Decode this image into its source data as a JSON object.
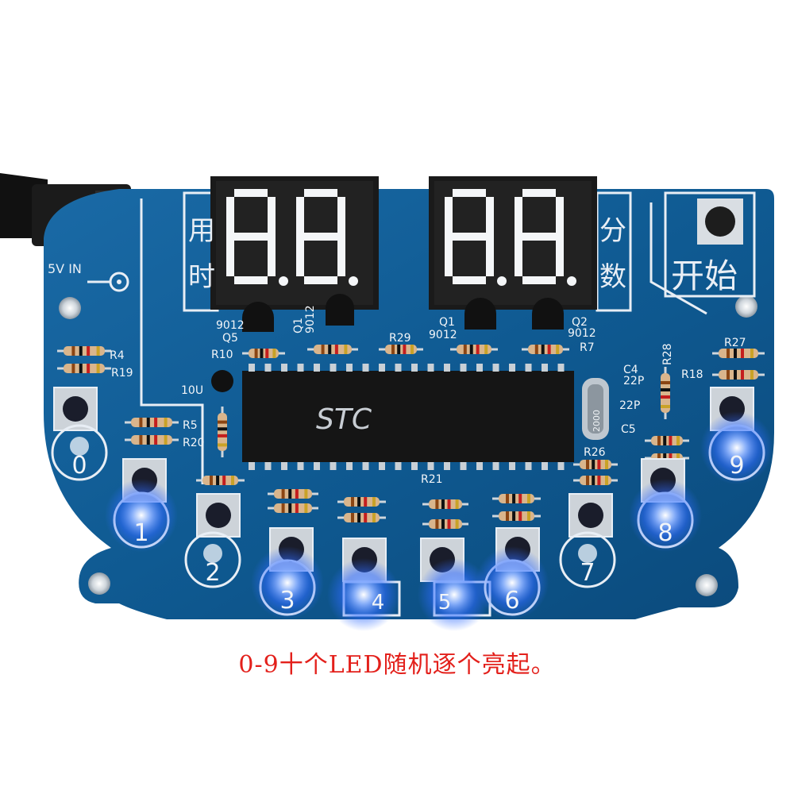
{
  "caption": "0-9十个LED随机逐个亮起。",
  "board": {
    "power_label": "5V IN",
    "left_box_chars": [
      "用",
      "时"
    ],
    "right_box_chars": [
      "分",
      "数"
    ],
    "start_label": "开始",
    "chip_brand": "STC",
    "crystal_marking": "2000"
  },
  "components": [
    {
      "label": "R4"
    },
    {
      "label": "R19"
    },
    {
      "label": "R5"
    },
    {
      "label": "R20"
    },
    {
      "label": "R10"
    },
    {
      "label": "R29"
    },
    {
      "label": "R7"
    },
    {
      "label": "R28"
    },
    {
      "label": "R27"
    },
    {
      "label": "R18"
    },
    {
      "label": "R26"
    },
    {
      "label": "R21"
    },
    {
      "label": "9012"
    },
    {
      "label": "Q5"
    },
    {
      "label": "Q1"
    },
    {
      "label": "9012"
    },
    {
      "label": "Q1"
    },
    {
      "label": "9012"
    },
    {
      "label": "Q2"
    },
    {
      "label": "9012"
    },
    {
      "label": "C4"
    },
    {
      "label": "22P"
    },
    {
      "label": "22P"
    },
    {
      "label": "C5"
    },
    {
      "label": "10U"
    }
  ],
  "led_numbers": [
    "0",
    "1",
    "2",
    "3",
    "4",
    "5",
    "6",
    "7",
    "8",
    "9"
  ],
  "colors": {
    "pcb": "#0f5a92",
    "silkscreen": "#e8eef5",
    "led_glow": "#2f6bff",
    "caption": "#e3201b"
  }
}
